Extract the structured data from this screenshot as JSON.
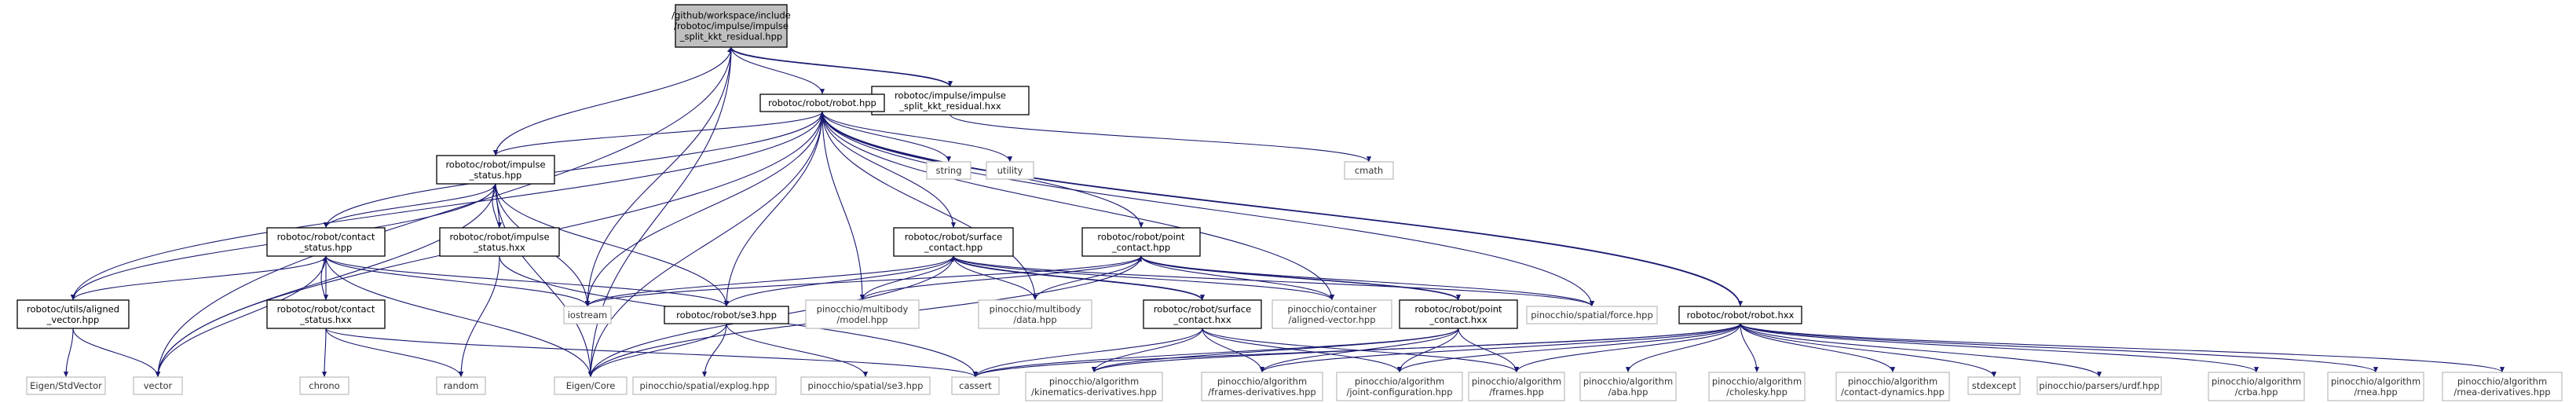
{
  "colors": {
    "root_fill": "#bfbfbf",
    "node_border": "#000000",
    "external_border": "#bfbfbf",
    "edge": "#191970",
    "background": "#ffffff"
  },
  "nodes": {
    "root": [
      "/github/workspace/include",
      "/robotoc/impulse/impulse",
      "_split_kkt_residual.hpp"
    ],
    "impulse_split_kkt_residual_hxx": [
      "robotoc/impulse/impulse",
      "_split_kkt_residual.hxx"
    ],
    "robot_hpp": [
      "robotoc/robot/robot.hpp"
    ],
    "impulse_status_hpp": [
      "robotoc/robot/impulse",
      "_status.hpp"
    ],
    "string": [
      "string"
    ],
    "utility": [
      "utility"
    ],
    "cmath": [
      "cmath"
    ],
    "impulse_status_hxx": [
      "robotoc/robot/impulse",
      "_status.hxx"
    ],
    "contact_status_hpp": [
      "robotoc/robot/contact",
      "_status.hpp"
    ],
    "surface_contact_hpp": [
      "robotoc/robot/surface",
      "_contact.hpp"
    ],
    "point_contact_hpp": [
      "robotoc/robot/point",
      "_contact.hpp"
    ],
    "aligned_vector_hpp": [
      "robotoc/utils/aligned",
      "_vector.hpp"
    ],
    "contact_status_hxx": [
      "robotoc/robot/contact",
      "_status.hxx"
    ],
    "iostream": [
      "iostream"
    ],
    "se3_hpp": [
      "robotoc/robot/se3.hpp"
    ],
    "multibody_model": [
      "pinocchio/multibody",
      "/model.hpp"
    ],
    "multibody_data": [
      "pinocchio/multibody",
      "/data.hpp"
    ],
    "surface_contact_hxx": [
      "robotoc/robot/surface",
      "_contact.hxx"
    ],
    "container_aligned_vector": [
      "pinocchio/container",
      "/aligned-vector.hpp"
    ],
    "point_contact_hxx": [
      "robotoc/robot/point",
      "_contact.hxx"
    ],
    "spatial_force": [
      "pinocchio/spatial/force.hpp"
    ],
    "robot_hxx": [
      "robotoc/robot/robot.hxx"
    ],
    "eigen_stdvector": [
      "Eigen/StdVector"
    ],
    "vector": [
      "vector"
    ],
    "chrono": [
      "chrono"
    ],
    "random": [
      "random"
    ],
    "eigen_core": [
      "Eigen/Core"
    ],
    "spatial_explog": [
      "pinocchio/spatial/explog.hpp"
    ],
    "spatial_se3": [
      "pinocchio/spatial/se3.hpp"
    ],
    "cassert": [
      "cassert"
    ],
    "alg_kinematics_derivatives": [
      "pinocchio/algorithm",
      "/kinematics-derivatives.hpp"
    ],
    "alg_frames_derivatives": [
      "pinocchio/algorithm",
      "/frames-derivatives.hpp"
    ],
    "alg_joint_configuration": [
      "pinocchio/algorithm",
      "/joint-configuration.hpp"
    ],
    "alg_frames": [
      "pinocchio/algorithm",
      "/frames.hpp"
    ],
    "alg_aba": [
      "pinocchio/algorithm",
      "/aba.hpp"
    ],
    "alg_cholesky": [
      "pinocchio/algorithm",
      "/cholesky.hpp"
    ],
    "alg_contact_dynamics": [
      "pinocchio/algorithm",
      "/contact-dynamics.hpp"
    ],
    "stdexcept": [
      "stdexcept"
    ],
    "parsers_urdf": [
      "pinocchio/parsers/urdf.hpp"
    ],
    "alg_crba": [
      "pinocchio/algorithm",
      "/crba.hpp"
    ],
    "alg_rnea": [
      "pinocchio/algorithm",
      "/rnea.hpp"
    ],
    "alg_rnea_derivatives": [
      "pinocchio/algorithm",
      "/rnea-derivatives.hpp"
    ]
  }
}
